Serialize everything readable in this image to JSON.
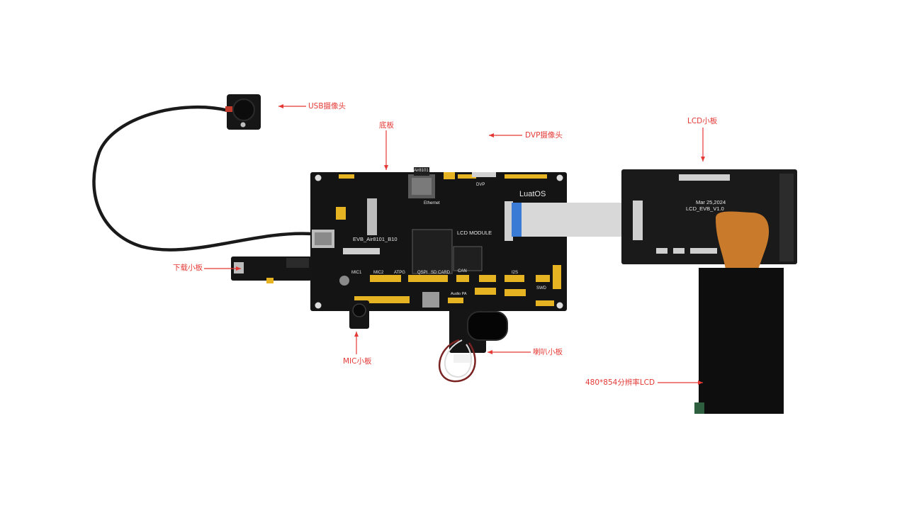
{
  "colors": {
    "annotation": "#e53935",
    "pcb": "#141414",
    "header": "#e6b422",
    "ribbon": "#d8d8d8",
    "flex": "#c97a2a",
    "silkscreen": "#e8e8e8"
  },
  "annotations": {
    "usb_camera": "USB摄像头",
    "base_board": "底板",
    "dvp_camera": "DVP摄像头",
    "lcd_board": "LCD小板",
    "download_board": "下载小板",
    "mic_board": "MIC小板",
    "speaker_board": "喇叭小板",
    "lcd_panel": "480*854分辨率LCD"
  },
  "board_text": {
    "model": "EVB_Air8101_B10",
    "lcd_module": "LCD MODULE",
    "brand": "LuatOS",
    "module_chip": "Air8101",
    "mic1": "MIC1",
    "mic2": "MIC2",
    "atpg": "ATPG",
    "qspi": "QSPI",
    "sd_card": "SD CARD",
    "can": "CAN",
    "i2s": "I2S",
    "swd": "SWD",
    "audio_pa": "Audio PA",
    "dvp": "DVP",
    "ethernet": "Ethernet"
  },
  "lcd_board_text": {
    "date": "Mar 25,2024",
    "model": "LCD_EVB_V1.0"
  }
}
